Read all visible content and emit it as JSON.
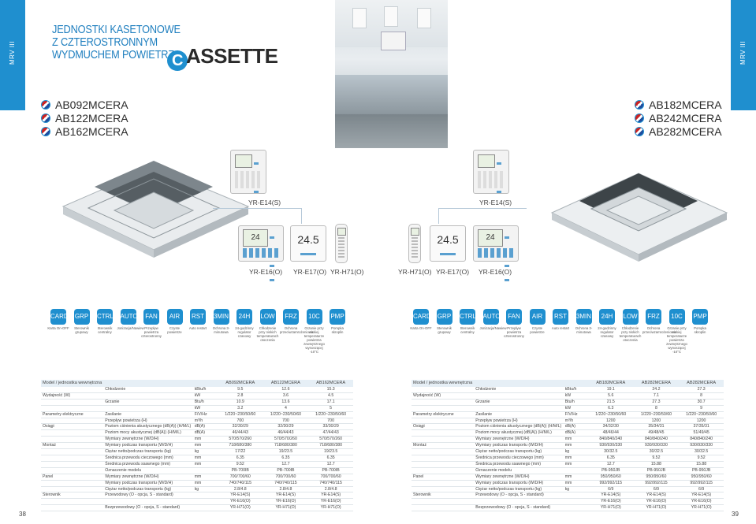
{
  "page": {
    "side_label_left": "MRV III",
    "side_label_right": "MRV III",
    "title_lines": [
      "JEDNOSTKI KASETONOWE",
      "Z CZTEROSTRONNYM",
      "WYDMUCHEM POWIETRZA"
    ],
    "brand_letter": "C",
    "brand_rest": "ASSETTE",
    "page_left": "38",
    "page_right": "39"
  },
  "models": {
    "left": [
      "AB092MCERA",
      "AB122MCERA",
      "AB162MCERA"
    ],
    "right": [
      "AB182MCERA",
      "AB242MCERA",
      "AB282MCERA"
    ]
  },
  "controllers": {
    "wired_left": "YR-E14(S)",
    "wired_right": "YR-E14(S)",
    "left_row": [
      "YR-E16(O)",
      "YR-E17(O)",
      "YR-H71(O)"
    ],
    "right_row": [
      "YR-H71(O)",
      "YR-E17(O)",
      "YR-E16(O)"
    ],
    "lcd_value": "24",
    "lcd_value_2": "24.5"
  },
  "features": [
    {
      "icon": "CARD",
      "label": "Karta On-OFF"
    },
    {
      "icon": "GRP",
      "label": "Sterownik grupowy"
    },
    {
      "icon": "CTRL",
      "label": "Sterownik centralny"
    },
    {
      "icon": "AUTO",
      "label": "Jonizacja/Nawiew"
    },
    {
      "icon": "FAN",
      "label": "Przepływ powietrza czterostronny"
    },
    {
      "icon": "AIR",
      "label": "Czyste powietrze"
    },
    {
      "icon": "RST",
      "label": "Auto restart"
    },
    {
      "icon": "3MIN",
      "label": "Ochrona 3-minutowa"
    },
    {
      "icon": "24H",
      "label": "24-godzinny regulator czasowy"
    },
    {
      "icon": "LOW",
      "label": "Chłodzenie przy niskich temperaturach otoczenia"
    },
    {
      "icon": "FRZ",
      "label": "Ochrona przeciwzamrożeniowa"
    },
    {
      "icon": "10C",
      "label": "Grzanie przy niskiej temperaturze powietrza zewnętrznego wynoszącej -10°C"
    },
    {
      "icon": "PMP",
      "label": "Pompka skroplin"
    }
  ],
  "spec_left": {
    "header": [
      "Model / jednostka wewnętrzna",
      "",
      "",
      "AB092MCERA",
      "AB122MCERA",
      "AB162MCERA"
    ],
    "rows": [
      [
        "",
        "Chłodzenie",
        "kBtu/h",
        "9.5",
        "12.6",
        "15.3"
      ],
      [
        "Wydajność (W)",
        "",
        "kW",
        "2.8",
        "3.6",
        "4.5"
      ],
      [
        "",
        "Grzanie",
        "Btu/h",
        "10.9",
        "13.6",
        "17.1"
      ],
      [
        "",
        "",
        "kW",
        "3.2",
        "4",
        "5"
      ],
      [
        "Parametry elektryczne",
        "Zasilanie",
        "F/V/Hz",
        "1/220~230/50/60",
        "1/220~230/50/60",
        "1/220~230/50/60"
      ],
      [
        "",
        "Przepływ powietrza (H)",
        "m³/h",
        "700",
        "700",
        "700"
      ],
      [
        "Osiągi",
        "Poziom ciśnienia akustycznego (dB(A)) (H/M/L)",
        "dB(A)",
        "32/30/29",
        "32/30/29",
        "33/30/29"
      ],
      [
        "",
        "Poziom mocy akustycznej (dB(A)) (H/M/L)",
        "dB(A)",
        "46/44/43",
        "46/44/43",
        "47/44/43"
      ],
      [
        "",
        "Wymiary zewnętrzne (W/D/H)",
        "mm",
        "570/570/260",
        "570/570/260",
        "570/570/260"
      ],
      [
        "Montaż",
        "Wymiary podczas transportu (W/D/H)",
        "mm",
        "718/680/380",
        "718/680/380",
        "718/680/380"
      ],
      [
        "",
        "Ciężar netto/podczas transportu (kg)",
        "kg",
        "17/22",
        "19/23.5",
        "19/23.5"
      ],
      [
        "",
        "Średnica przewodu cieczowego (mm)",
        "mm",
        "6.35",
        "6.35",
        "6.35"
      ],
      [
        "",
        "Średnica przewodu ssawnego (mm)",
        "mm",
        "9.52",
        "12.7",
        "12.7"
      ],
      [
        "",
        "Oznaczenie modelu",
        "",
        "PB-700IB",
        "PB-700IB",
        "PB-700IB"
      ],
      [
        "Panel",
        "Wymiary zewnętrzne (W/D/H)",
        "mm",
        "700/700/60",
        "700/700/60",
        "700/700/60"
      ],
      [
        "",
        "Wymiary podczas transportu (W/D/H)",
        "mm",
        "740/740/115",
        "740/740/115",
        "740/740/115"
      ],
      [
        "",
        "Ciężar netto/podczas transportu (kg)",
        "kg",
        "2.8/4.8",
        "2.8/4.8",
        "2.8/4.8"
      ],
      [
        "Sterownik",
        "Przewodowy (O - opcja, S - standard)",
        "",
        "YR-E14(S)",
        "YR-E14(S)",
        "YR-E14(S)"
      ],
      [
        "",
        "",
        "",
        "YR-E16(O)",
        "YR-E16(O)",
        "YR-E16(O)"
      ],
      [
        "",
        "Bezprzewodowy (O - opcja, S - standard)",
        "",
        "YR-H71(O)",
        "YR-H71(O)",
        "YR-H71(O)"
      ]
    ]
  },
  "spec_right": {
    "header": [
      "Model / jednostka wewnętrzna",
      "",
      "",
      "AB182MCERA",
      "AB282MCERA",
      "AB282MCERA"
    ],
    "rows": [
      [
        "",
        "Chłodzenie",
        "kBtu/h",
        "19.1",
        "24.2",
        "27.3"
      ],
      [
        "Wydajność (W)",
        "",
        "kW",
        "5.6",
        "7.1",
        "8"
      ],
      [
        "",
        "Grzanie",
        "Btu/h",
        "21.5",
        "27.3",
        "30.7"
      ],
      [
        "",
        "",
        "kW",
        "6.3",
        "8",
        "9"
      ],
      [
        "Parametry elektryczne",
        "Zasilanie",
        "F/V/Hz",
        "1/220~230/50/60",
        "1/220~230/50/60",
        "1/220~230/50/60"
      ],
      [
        "",
        "Przepływ powietrza (H)",
        "m³/h",
        "1200",
        "1200",
        "1200"
      ],
      [
        "Osiągi",
        "Poziom ciśnienia akustycznego (dB(A)) (H/M/L)",
        "dB(A)",
        "34/32/30",
        "35/34/31",
        "37/35/31"
      ],
      [
        "",
        "Poziom mocy akustycznej (dB(A)) (H/M/L)",
        "dB(A)",
        "48/46/44",
        "49/48/45",
        "51/49/45"
      ],
      [
        "",
        "Wymiary zewnętrzne (W/D/H)",
        "mm",
        "840/840/240",
        "840/840/240",
        "840/840/240"
      ],
      [
        "Montaż",
        "Wymiary podczas transportu (W/D/H)",
        "mm",
        "930/930/330",
        "930/930/330",
        "930/930/330"
      ],
      [
        "",
        "Ciężar netto/podczas transportu (kg)",
        "kg",
        "30/32.5",
        "30/32.5",
        "30/32.5"
      ],
      [
        "",
        "Średnica przewodu cieczowego (mm)",
        "mm",
        "6.35",
        "9.52",
        "9.52"
      ],
      [
        "",
        "Średnica przewodu ssawnego (mm)",
        "mm",
        "12.7",
        "15.88",
        "15.88"
      ],
      [
        "",
        "Oznaczenie modelu",
        "",
        "PB-950JB",
        "PB-950JB",
        "PB-950JB"
      ],
      [
        "Panel",
        "Wymiary zewnętrzne (W/D/H)",
        "mm",
        "950/950/60",
        "950/950/60",
        "950/950/60"
      ],
      [
        "",
        "Wymiary podczas transportu (W/D/H)",
        "mm",
        "992/992/115",
        "992/992/115",
        "992/992/115"
      ],
      [
        "",
        "Ciężar netto/podczas transportu (kg)",
        "kg",
        "6/9",
        "6/9",
        "6/9"
      ],
      [
        "Sterownik",
        "Przewodowy (O - opcja, S - standard)",
        "",
        "YR-E14(S)",
        "YR-E14(S)",
        "YR-E14(S)"
      ],
      [
        "",
        "",
        "",
        "YR-E16(O)",
        "YR-E16(O)",
        "YR-E16(O)"
      ],
      [
        "",
        "Bezprzewodowy (O - opcja, S - standard)",
        "",
        "YR-H71(O)",
        "YR-H71(O)",
        "YR-H71(O)"
      ]
    ]
  }
}
